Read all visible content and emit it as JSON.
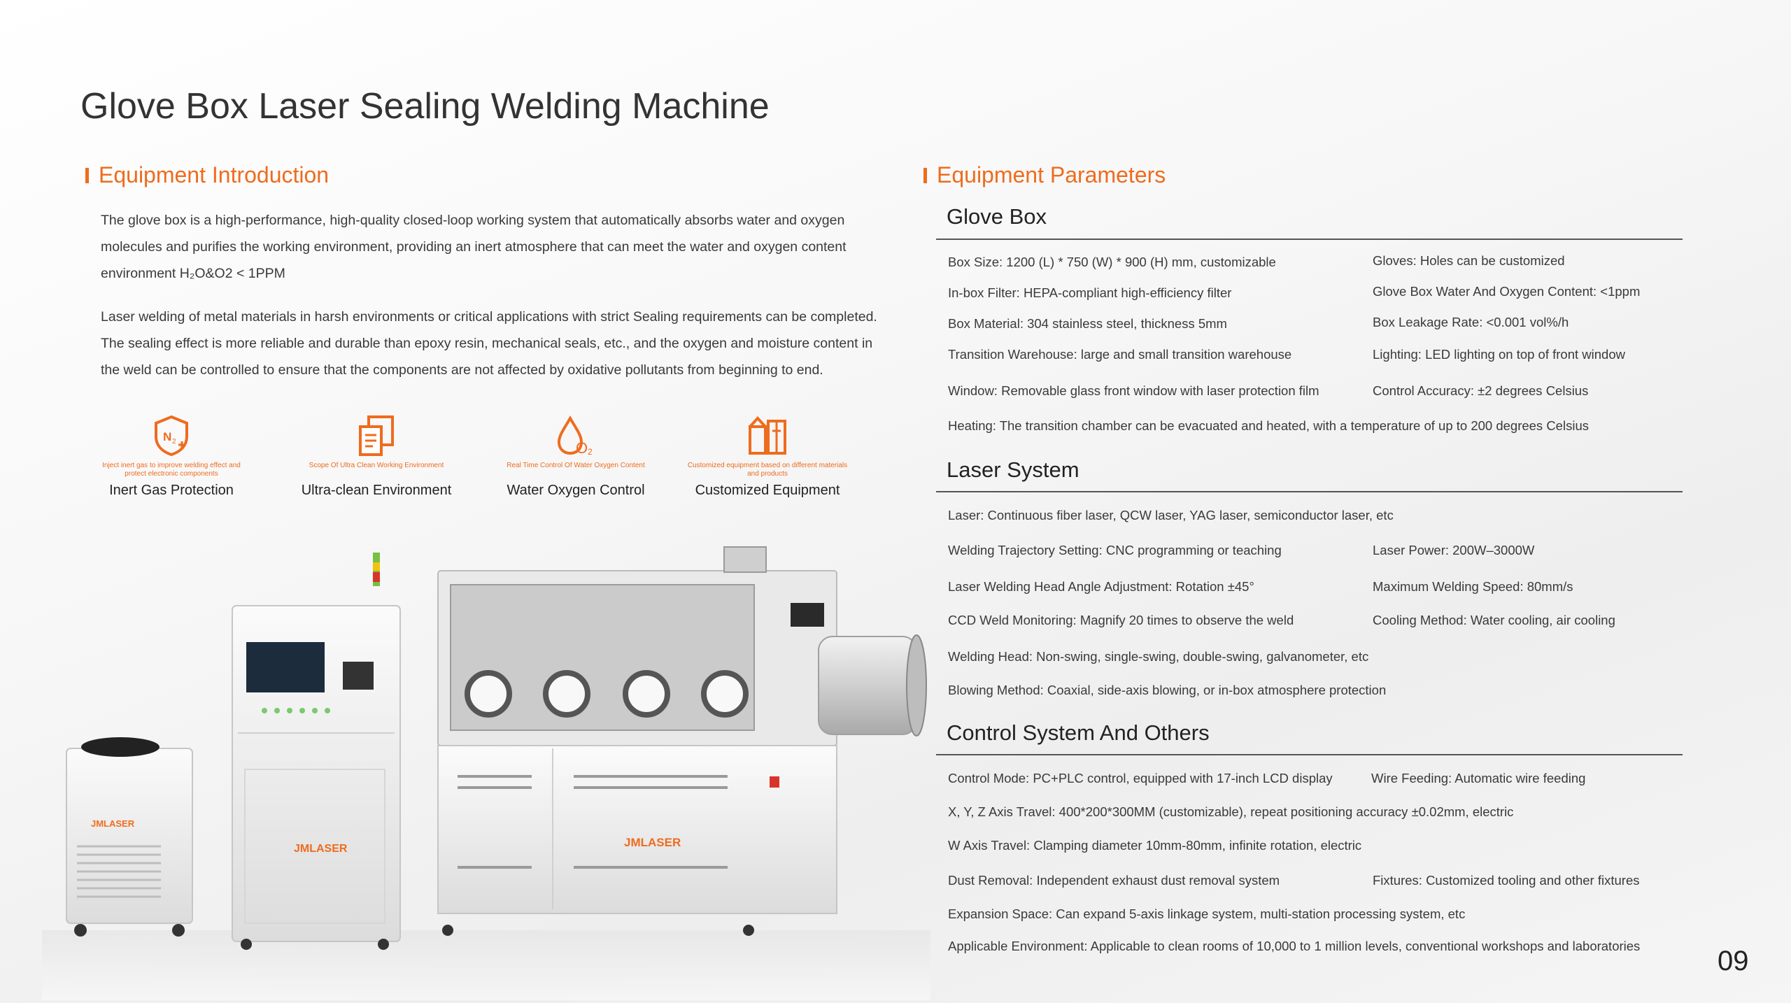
{
  "title": "Glove Box Laser Sealing Welding Machine",
  "intro": {
    "heading": "Equipment Introduction",
    "p1_l1": "The glove box is a high-performance, high-quality closed-loop working system that automatically absorbs water and oxygen",
    "p1_l2": "molecules and purifies the working environment, providing an inert atmosphere that can meet the water and oxygen content",
    "p1_l3": "environment H₂O&O2 < 1PPM",
    "p2_l1": "Laser welding of metal materials in harsh environments or critical applications with strict Sealing requirements can be completed.",
    "p2_l2": "The sealing effect is more reliable and durable than epoxy resin, mechanical seals, etc., and the oxygen and moisture content in",
    "p2_l3": "the weld can be controlled to ensure that the components are not affected by oxidative pollutants from beginning to end."
  },
  "features": [
    {
      "icon": "n2-shield-icon",
      "caption": "Inject inert gas to improve welding effect and protect electronic components",
      "label": "Inert Gas Protection"
    },
    {
      "icon": "clean-docs-icon",
      "caption": "Scope Of Ultra Clean Working Environment",
      "label": "Ultra-clean Environment"
    },
    {
      "icon": "water-oxygen-drop-icon",
      "caption": "Real Time Control Of Water Oxygen Content",
      "label": "Water Oxygen Control"
    },
    {
      "icon": "custom-equipment-icon",
      "caption": "Customized equipment based on different materials and products",
      "label": "Customized Equipment"
    }
  ],
  "brand": "JMLASER",
  "params": {
    "heading": "Equipment Parameters",
    "glove_box": {
      "title": "Glove Box",
      "box_size": "Box Size: 1200 (L) * 750 (W) * 900 (H) mm, customizable",
      "gloves": "Gloves: Holes can be customized",
      "filter": "In-box Filter: HEPA-compliant high-efficiency filter",
      "water_oxygen": "Glove Box Water And Oxygen Content: <1ppm",
      "material": "Box Material: 304 stainless steel, thickness 5mm",
      "leakage": "Box Leakage Rate: <0.001 vol%/h",
      "transition": "Transition Warehouse: large and small transition warehouse",
      "lighting": "Lighting: LED lighting on top of front window",
      "window": "Window: Removable glass front window with laser protection film",
      "control_accuracy": "Control Accuracy: ±2 degrees Celsius",
      "heating": "Heating: The transition chamber can be evacuated and heated, with a temperature of up to 200 degrees Celsius"
    },
    "laser_system": {
      "title": "Laser System",
      "laser": "Laser: Continuous fiber laser, QCW laser, YAG laser, semiconductor laser, etc",
      "trajectory": "Welding Trajectory Setting: CNC programming or teaching",
      "power": "Laser Power: 200W–3000W",
      "head_angle": "Laser Welding Head Angle Adjustment: Rotation ±45°",
      "speed": "Maximum Welding Speed: 80mm/s",
      "ccd": "CCD Weld Monitoring: Magnify 20 times to observe the weld",
      "cooling": "Cooling Method: Water cooling, air cooling",
      "welding_head": "Welding Head: Non-swing, single-swing, double-swing, galvanometer, etc",
      "blowing": "Blowing Method: Coaxial, side-axis blowing, or in-box atmosphere protection"
    },
    "control_system": {
      "title": "Control System And Others",
      "control_mode": "Control Mode: PC+PLC control, equipped with 17-inch LCD display",
      "wire_feeding": "Wire Feeding: Automatic wire feeding",
      "xyz_travel": "X, Y, Z Axis Travel: 400*200*300MM (customizable), repeat positioning accuracy ±0.02mm, electric",
      "w_travel": "W Axis Travel: Clamping diameter 10mm-80mm, infinite rotation, electric",
      "dust": "Dust Removal: Independent exhaust dust removal system",
      "fixtures": "Fixtures: Customized tooling and other fixtures",
      "expansion": "Expansion Space: Can expand 5-axis linkage system, multi-station processing system, etc",
      "environment": "Applicable Environment: Applicable to clean rooms of 10,000 to 1 million levels, conventional workshops and laboratories"
    }
  },
  "page_number": "09",
  "colors": {
    "accent": "#ee6c1e",
    "text": "#333333",
    "rule": "#555555"
  }
}
